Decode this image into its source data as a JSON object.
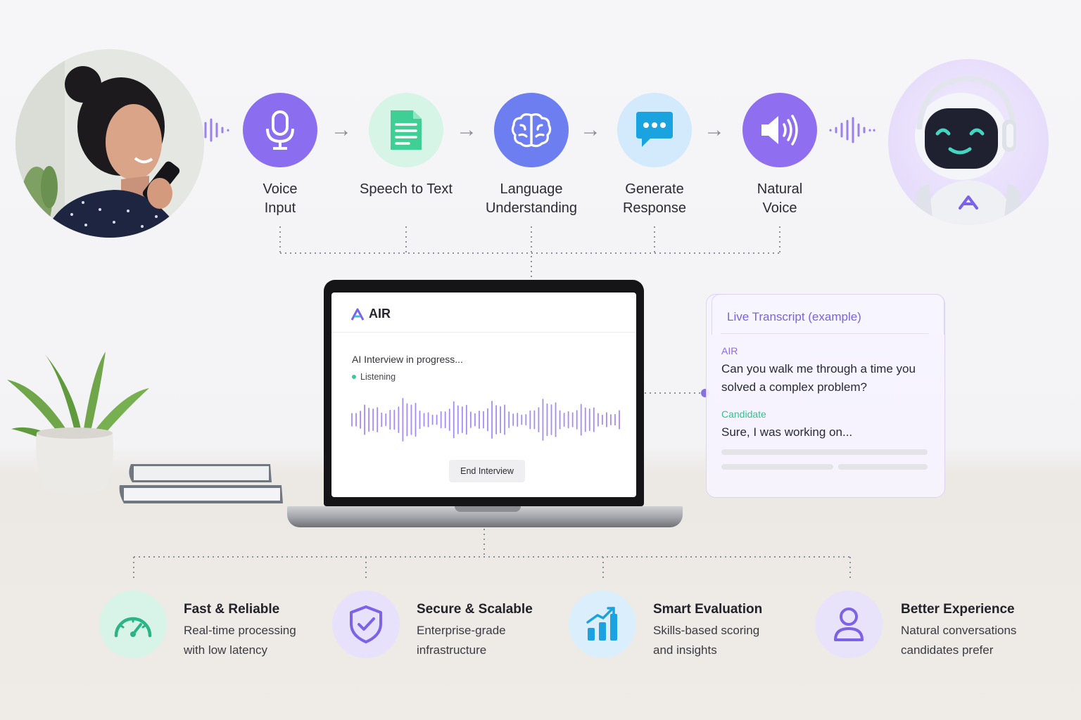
{
  "pipeline": {
    "steps": [
      {
        "label_line1": "Voice",
        "label_line2": "Input",
        "icon": "microphone-icon",
        "color": "#8b6ef0"
      },
      {
        "label_line1": "Speech to Text",
        "label_line2": "",
        "icon": "document-icon",
        "color": "#3fcf95"
      },
      {
        "label_line1": "Language",
        "label_line2": "Understanding",
        "icon": "brain-icon",
        "color": "#6d7ef0"
      },
      {
        "label_line1": "Generate",
        "label_line2": "Response",
        "icon": "chat-bubble-icon",
        "color": "#1aa3de"
      },
      {
        "label_line1": "Natural",
        "label_line2": "Voice",
        "icon": "speaker-icon",
        "color": "#8f6ff0"
      }
    ]
  },
  "laptop": {
    "brand": "AIR",
    "status_title": "AI Interview in progress...",
    "status_sub": "Listening",
    "end_button": "End Interview"
  },
  "transcript": {
    "title": "Live Transcript (example)",
    "entries": [
      {
        "speaker": "AIR",
        "text": "Can you walk me through a time you solved a complex problem?",
        "color": "#8a6ee6"
      },
      {
        "speaker": "Candidate",
        "text": "Sure, I was working on...",
        "color": "#33c08e"
      }
    ]
  },
  "features": [
    {
      "title": "Fast & Reliable",
      "desc_line1": "Real-time processing",
      "desc_line2": "with low latency",
      "icon": "speedometer-icon"
    },
    {
      "title": "Secure & Scalable",
      "desc_line1": "Enterprise-grade",
      "desc_line2": "infrastructure",
      "icon": "shield-check-icon"
    },
    {
      "title": "Smart Evaluation",
      "desc_line1": "Skills-based scoring",
      "desc_line2": "and insights",
      "icon": "bar-chart-icon"
    },
    {
      "title": "Better Experience",
      "desc_line1": "Natural conversations",
      "desc_line2": "candidates prefer",
      "icon": "user-icon"
    }
  ],
  "colors": {
    "accent_purple": "#8b6ef0",
    "accent_green": "#3fcf95",
    "accent_blue": "#1aa3de"
  }
}
